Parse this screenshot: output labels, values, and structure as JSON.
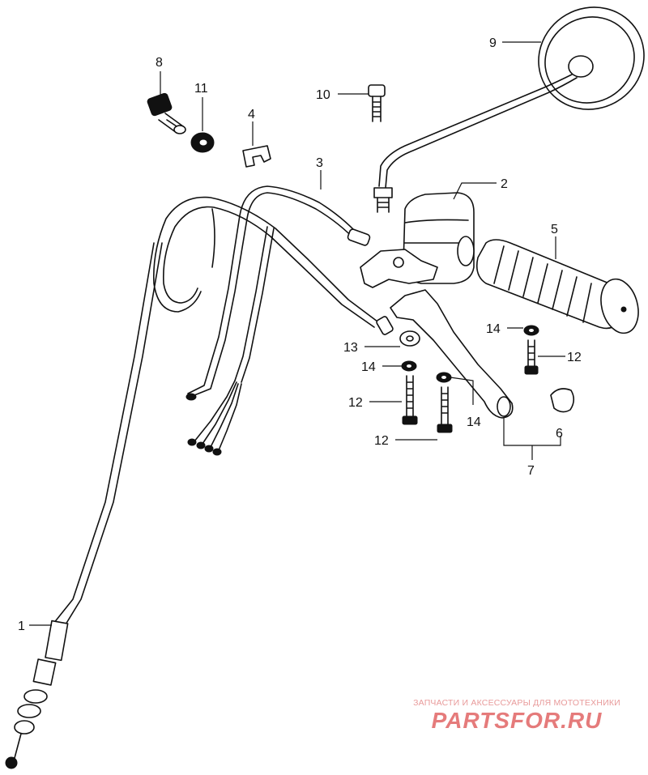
{
  "diagram": {
    "callouts": {
      "c1": "1",
      "c2": "2",
      "c3": "3",
      "c4": "4",
      "c5": "5",
      "c6": "6",
      "c7": "7",
      "c8": "8",
      "c9": "9",
      "c10": "10",
      "c11": "11",
      "c12a": "12",
      "c12b": "12",
      "c12c": "12",
      "c13": "13",
      "c14a": "14",
      "c14b": "14",
      "c14c": "14"
    }
  },
  "watermark": {
    "tagline": "ЗАПЧАСТИ И АКСЕССУАРЫ ДЛЯ МОТОТЕХНИКИ",
    "brand": "PARTSFOR.RU",
    "colors": {
      "tagline": "#e89a9a",
      "brand": "#e57b7b"
    }
  }
}
